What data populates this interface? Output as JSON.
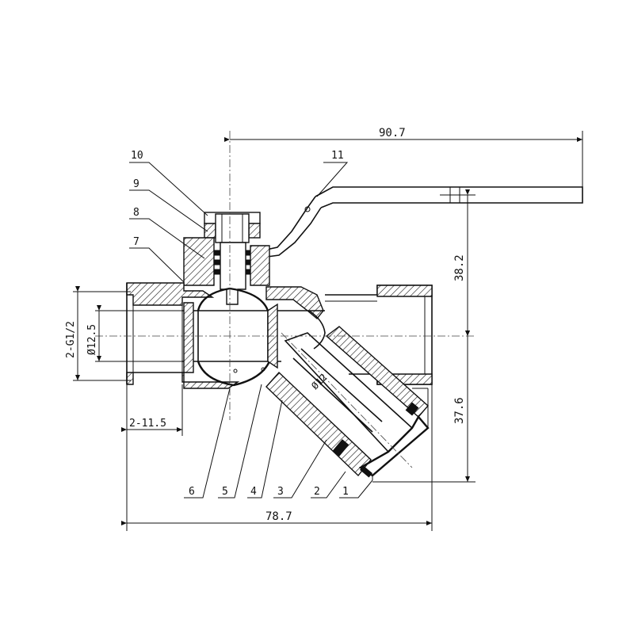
{
  "dimensions": {
    "handle_length": "90.7",
    "overall_length": "78.7",
    "height_upper": "38.2",
    "height_lower": "37.6",
    "thread": "2-G1/2",
    "bore_dia": "Ø12.5",
    "screen_dia": "Ø12",
    "thread_depth": "2-11.5"
  },
  "part_labels": [
    "1",
    "2",
    "3",
    "4",
    "5",
    "6",
    "7",
    "8",
    "9",
    "10",
    "11"
  ]
}
